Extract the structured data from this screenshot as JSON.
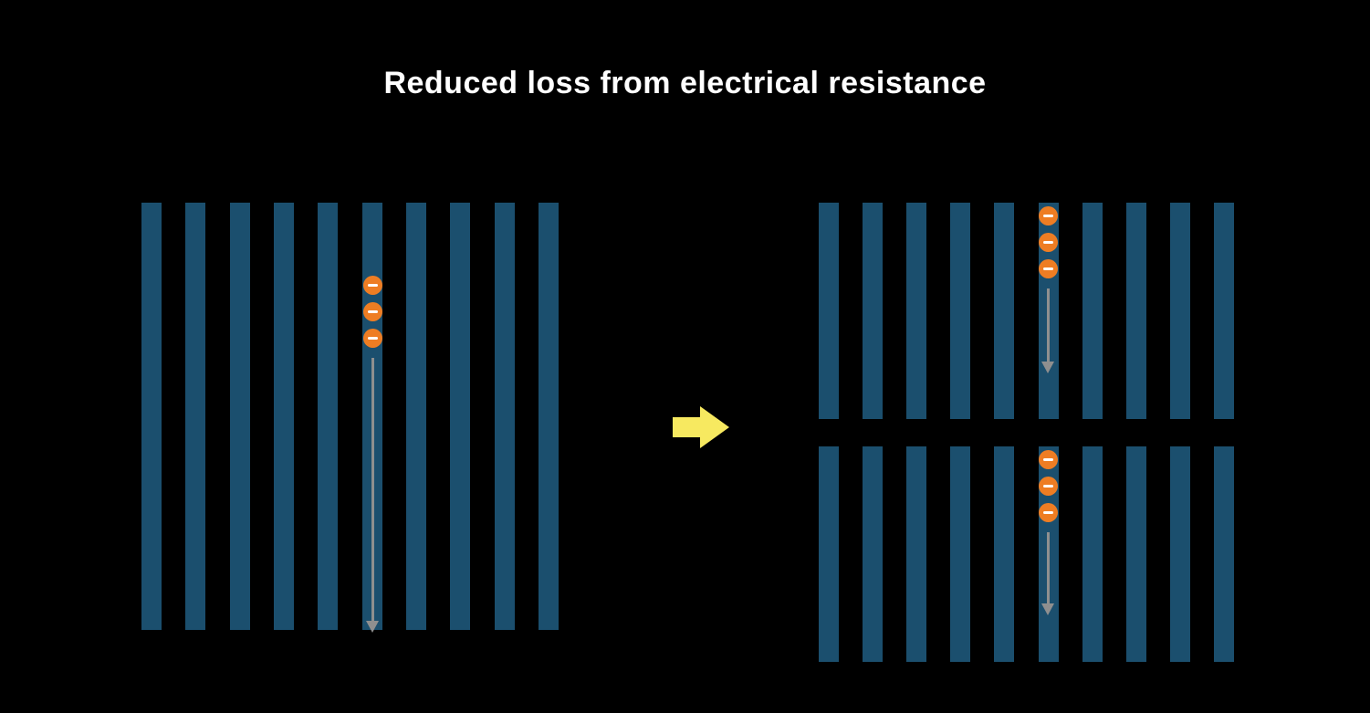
{
  "title": "Reduced loss from electrical resistance",
  "colors": {
    "background": "#000000",
    "title_text": "#ffffff",
    "bar": "#1b4f6e",
    "electron": "#ee7d23",
    "electron_minus": "#ffffff",
    "flow_arrow": "#8f8f8f",
    "transition_arrow": "#f7e960"
  },
  "left_panel": {
    "bar_count": 10,
    "electron_count": 3
  },
  "right_panel": {
    "top_half": {
      "bar_count": 10,
      "electron_count": 3
    },
    "bottom_half": {
      "bar_count": 10,
      "electron_count": 3
    }
  }
}
